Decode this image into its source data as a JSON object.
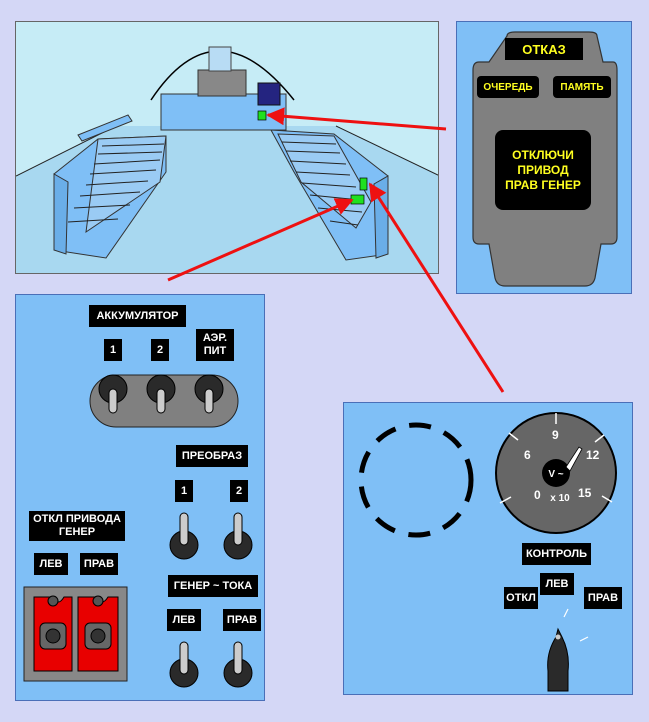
{
  "alarm_panel": {
    "title": "ОТКАЗ",
    "queue_button": "ОЧЕРЕДЬ",
    "memory_button": "ПАМЯТЬ",
    "message_line1": "ОТКЛЮЧИ",
    "message_line2": "ПРИВОД",
    "message_line3": "ПРАВ ГЕНЕР"
  },
  "electric_panel": {
    "battery_label": "АККУМУЛЯТОР",
    "battery_1": "1",
    "battery_2": "2",
    "airfield_power_line1": "АЭР.",
    "airfield_power_line2": "ПИТ",
    "converter_label": "ПРЕОБРАЗ",
    "converter_1": "1",
    "converter_2": "2",
    "drive_disconnect_line1": "ОТКЛ ПРИВОДА",
    "drive_disconnect_line2": "ГЕНЕР",
    "left": "ЛЕВ",
    "right": "ПРАВ",
    "generator_current_label": "ГЕНЕР ~ ТОКА",
    "gen_left": "ЛЕВ",
    "gen_right": "ПРАВ"
  },
  "voltmeter_panel": {
    "scale_labels": [
      "0",
      "6",
      "9",
      "12",
      "15"
    ],
    "unit_label": "V ~",
    "multiplier_label": "x 10",
    "control_label": "КОНТРОЛЬ",
    "off_label": "ОТКЛ",
    "left_label": "ЛЕВ",
    "right_label": "ПРАВ"
  },
  "colors": {
    "panel": "#7fbff6",
    "cockpit_bg": "#c6ecf6",
    "indicator": "#20e020",
    "arrow": "#ee1111",
    "alarm_text": "#ffff20",
    "guard_red": "#e80000"
  }
}
